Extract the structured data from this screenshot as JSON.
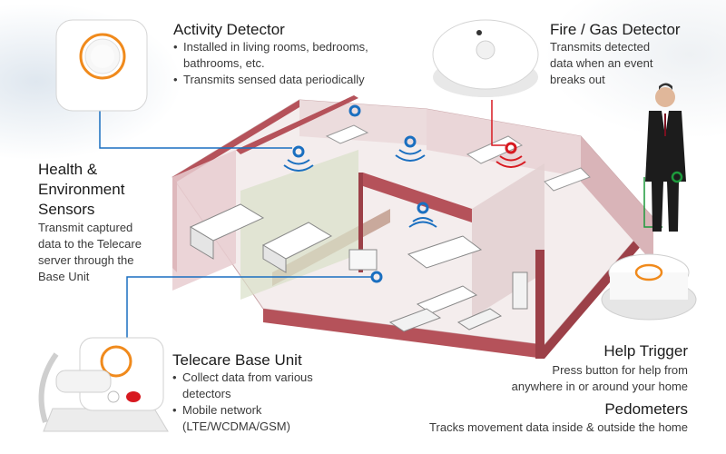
{
  "activity_detector": {
    "title": "Activity Detector",
    "bullets": [
      "Installed in living rooms, bedrooms, bathrooms, etc.",
      "Transmits sensed data periodically"
    ]
  },
  "fire_gas_detector": {
    "title": "Fire / Gas Detector",
    "desc_lines": [
      "Transmits detected",
      "data when an event",
      "breaks out"
    ]
  },
  "health_sensors": {
    "title_lines": [
      "Health &",
      "Environment",
      "Sensors"
    ],
    "desc_lines": [
      "Transmit captured",
      "data to the Telecare",
      "server through the",
      "Base Unit"
    ]
  },
  "base_unit": {
    "title": "Telecare Base Unit",
    "bullets": [
      "Collect data from various detectors",
      "Mobile network (LTE/WCDMA/GSM)"
    ]
  },
  "help_trigger": {
    "title": "Help Trigger",
    "desc_lines": [
      "Press button for help from",
      "anywhere in or around your home"
    ]
  },
  "pedometers": {
    "title": "Pedometers",
    "desc": "Tracks movement data inside & outside the home"
  },
  "colors": {
    "accent_orange": "#f08a1c",
    "signal_blue": "#1a6fc0",
    "alert_red": "#d71920",
    "connector_green": "#1d9a3c",
    "wall_red": "#b5525a",
    "floor": "#f3ecec"
  }
}
